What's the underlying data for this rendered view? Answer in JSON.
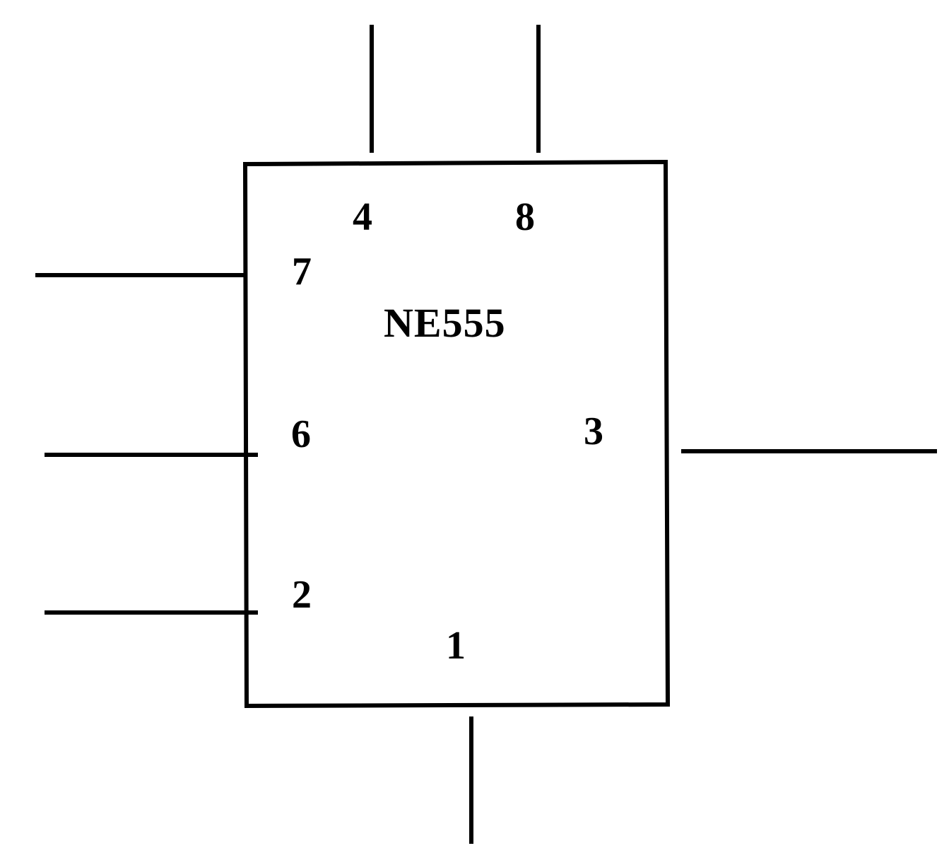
{
  "chip": {
    "name": "NE555"
  },
  "pins": {
    "p4": "4",
    "p8": "8",
    "p7": "7",
    "p6": "6",
    "p3": "3",
    "p2": "2",
    "p1": "1"
  },
  "colors": {
    "ink": "#000000",
    "background": "#ffffff"
  }
}
